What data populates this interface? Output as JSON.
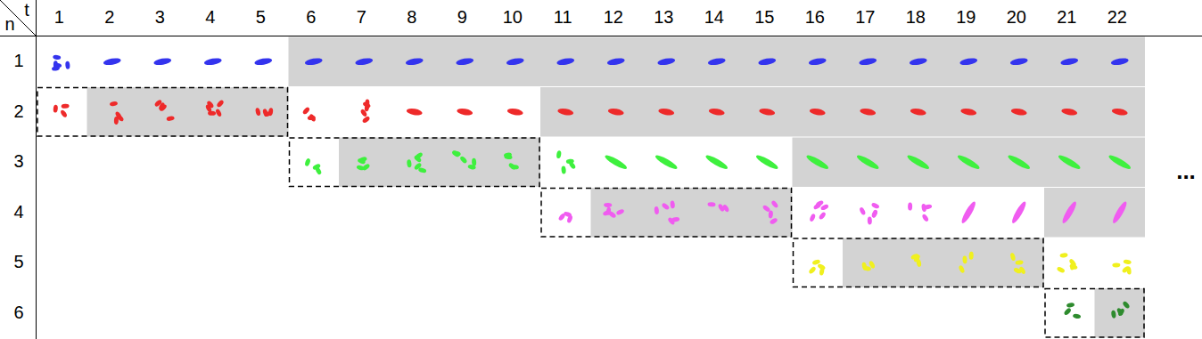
{
  "diagram": {
    "labels": [
      "t",
      "n",
      "1",
      "2",
      "3",
      "4",
      "5",
      "6",
      "7",
      "8",
      "9",
      "10",
      "11",
      "12",
      "13",
      "14",
      "15",
      "16",
      "17",
      "18",
      "19",
      "20",
      "21",
      "22",
      "1",
      "2",
      "3",
      "4",
      "5",
      "6",
      "..."
    ]
  }
}
